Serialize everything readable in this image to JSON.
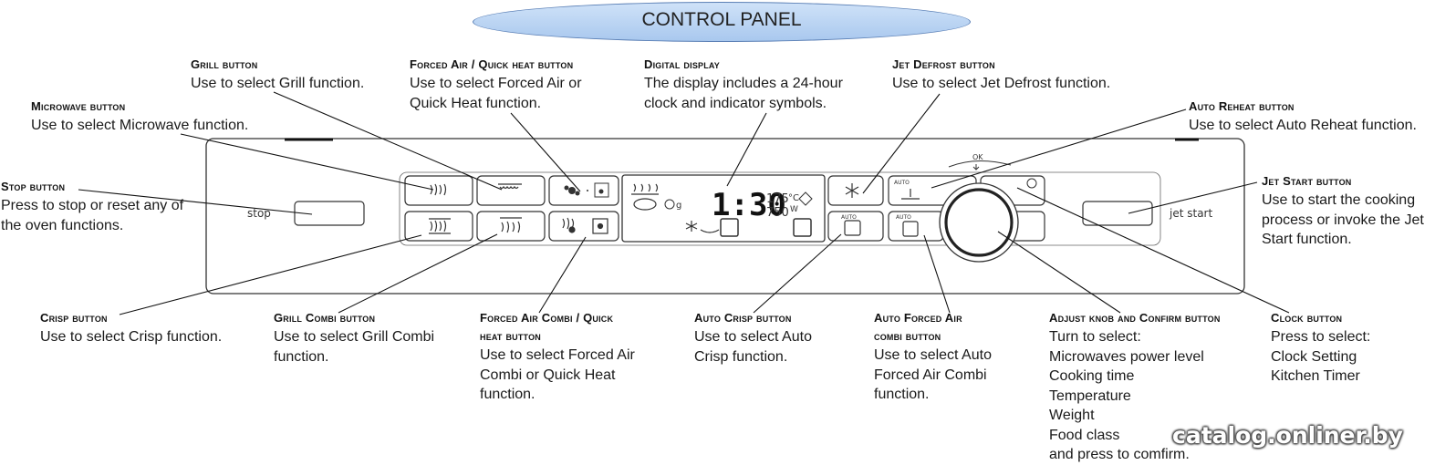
{
  "title": "CONTROL PANEL",
  "panel": {
    "stop_label": "stop",
    "jet_start_label": "jet start",
    "display": {
      "time": "1:30",
      "temp": "175",
      "temp_unit": "°C",
      "power": "750",
      "power_unit": "W",
      "weight_unit": "g"
    },
    "auto_label": "AUTO",
    "ok_label": "OK"
  },
  "annotations": [
    {
      "id": "grill",
      "heading": "Grill button",
      "desc": "Use to select Grill function."
    },
    {
      "id": "forced-air",
      "heading": "Forced Air / Quick heat button",
      "desc": "Use to select Forced Air or\nQuick Heat function."
    },
    {
      "id": "digital-display",
      "heading": "Digital display",
      "desc": "The display includes a 24-hour\nclock and indicator symbols."
    },
    {
      "id": "jet-defrost",
      "heading": "Jet Defrost button",
      "desc": "Use to select Jet Defrost function."
    },
    {
      "id": "microwave",
      "heading": "Microwave  button",
      "desc": "Use to select Microwave function."
    },
    {
      "id": "auto-reheat",
      "heading": "Auto Reheat button",
      "desc": "Use to select Auto Reheat function."
    },
    {
      "id": "stop",
      "heading": "Stop button",
      "desc": "Press to stop or reset any of\nthe oven functions."
    },
    {
      "id": "jet-start",
      "heading": "Jet Start button",
      "desc": "Use to start the cooking\nprocess or invoke the Jet\nStart function."
    },
    {
      "id": "crisp",
      "heading": "Crisp button",
      "desc": "Use to select Crisp function."
    },
    {
      "id": "grill-combi",
      "heading": "Grill Combi button",
      "desc": "Use to select Grill Combi\nfunction."
    },
    {
      "id": "forced-air-combi",
      "heading": "Forced Air  Combi / Quick\nheat button",
      "desc": "Use to select Forced Air\nCombi or Quick Heat\nfunction."
    },
    {
      "id": "auto-crisp",
      "heading": "Auto Crisp button",
      "desc": "Use to select Auto\nCrisp function."
    },
    {
      "id": "auto-forced-air",
      "heading": "Auto Forced Air\ncombi button",
      "desc": "Use to select Auto\nForced Air Combi\nfunction."
    },
    {
      "id": "adjust-knob",
      "heading": "Adjust knob and Confirm button",
      "desc": "Turn to select:\nMicrowaves power level\nCooking time\nTemperature\nWeight\nFood class\nand press to comfirm."
    },
    {
      "id": "clock",
      "heading": "Clock button",
      "desc": "Press to select:\nClock Setting\nKitchen Timer"
    }
  ],
  "watermark": "catalog.onliner.by"
}
